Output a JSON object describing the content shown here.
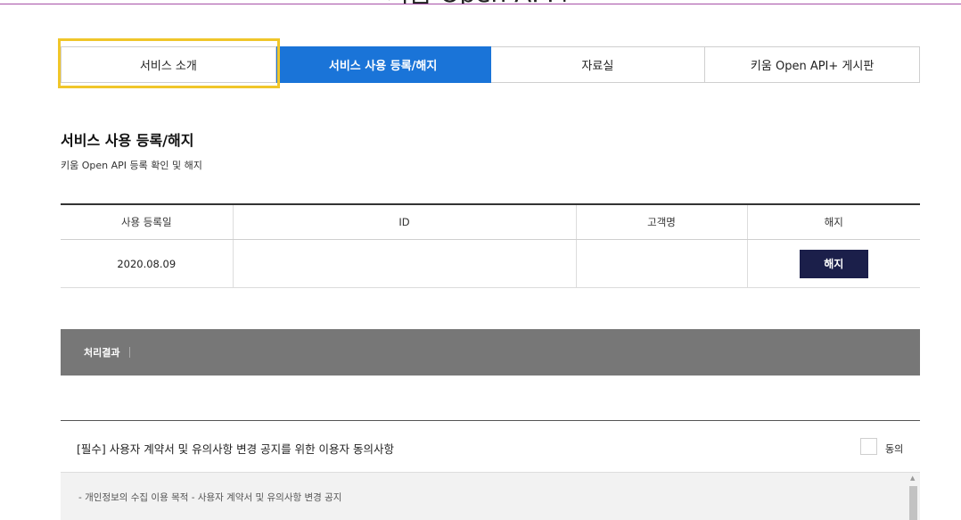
{
  "page": {
    "title": "키움 Open API+"
  },
  "tabs": [
    {
      "label": "서비스 소개",
      "active": false
    },
    {
      "label": "서비스 사용 등록/해지",
      "active": true
    },
    {
      "label": "자료실",
      "active": false
    },
    {
      "label": "키움 Open API+ 게시판",
      "active": false
    }
  ],
  "section": {
    "title": "서비스 사용 등록/해지",
    "subtitle": "키움 Open API 등록 확인 및 해지"
  },
  "registration_table": {
    "headers": [
      "사용 등록일",
      "ID",
      "고객명",
      "해지"
    ],
    "rows": [
      {
        "date": "2020.08.09",
        "id": "",
        "name": "",
        "button": "해지"
      }
    ]
  },
  "result": {
    "label": "처리결과"
  },
  "consent": {
    "text": "[필수] 사용자 계약서 및 유의사항 변경 공지를 위한 이용자 동의사항",
    "checkbox_label": "동의",
    "checked": false
  },
  "terms": {
    "text": "- 개인정보의 수집 이용 목적 - 사용자 계약서 및 유의사항 변경 공지"
  },
  "colors": {
    "accent": "#1a74d8",
    "highlight": "#f0c62a",
    "button_bg": "#1b1f4a",
    "result_bar": "#777777",
    "top_line": "#a64fa6"
  }
}
